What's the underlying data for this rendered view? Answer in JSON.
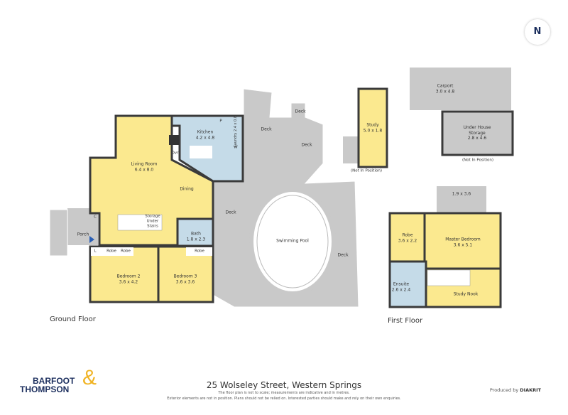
{
  "north_label": "N",
  "ground_floor": {
    "title": "Ground Floor",
    "rooms": {
      "living": {
        "name": "Living Room",
        "size": "6.4 x 8.0"
      },
      "dining": {
        "name": "Dining"
      },
      "kitchen": {
        "name": "Kitchen",
        "size": "4.2 x 4.8"
      },
      "laundry": {
        "name": "Laundry",
        "size": "2.4 x 0.8"
      },
      "bath": {
        "name": "Bath",
        "size": "1.8 x 2.3"
      },
      "bedroom2": {
        "name": "Bedroom 2",
        "size": "3.6 x 4.2"
      },
      "bedroom3": {
        "name": "Bedroom 3",
        "size": "3.6 x 3.6"
      },
      "porch": {
        "name": "Porch"
      },
      "storage": {
        "name": "Storage\nUnder\nStairs"
      },
      "pool": {
        "name": "Swimming Pool"
      },
      "study": {
        "name": "Study",
        "size": "5.0 x 1.8",
        "note": "(Not In Position)"
      },
      "carport": {
        "name": "Carport",
        "size": "3.0 x 4.8"
      },
      "underhouse": {
        "name": "Under House\nStorage",
        "size": "2.8 x 4.6",
        "note": "(Not In Position)"
      }
    },
    "small_labels": {
      "oven": "Ovn",
      "pantry": "P",
      "washer": "W",
      "cupboard": "C",
      "linen": "L",
      "robe": "Robe"
    },
    "deck_label": "Deck"
  },
  "first_floor": {
    "title": "First Floor",
    "rooms": {
      "balcony": {
        "size": "1.9 x 3.6"
      },
      "robe": {
        "name": "Robe",
        "size": "3.6 x 2.2"
      },
      "master": {
        "name": "Master Bedroom",
        "size": "3.6 x 5.1"
      },
      "ensuite": {
        "name": "Ensuite",
        "size": "2.6 x 2.4"
      },
      "study_nook": {
        "name": "Study Nook"
      }
    }
  },
  "footer": {
    "address": "25 Wolseley Street, Western Springs",
    "disclaimer_1": "The floor plan is not to scale; measurements are indicative and in metres.",
    "disclaimer_2": "Exterior elements are not in position. Plans should not be relied on. Interested parties should make and rely on their own enquiries.",
    "produced_by": "Produced by",
    "producer": "DIAKRIT",
    "logo_line1": "BARFOOT",
    "logo_line2": "THOMPSON",
    "logo_amp": "&"
  },
  "colors": {
    "room": "#fbe98f",
    "wet": "#c5dbe8",
    "exterior": "#c9c9c9",
    "wall": "#3a3a3a",
    "brand_navy": "#1c2f5e",
    "brand_gold": "#f0b323"
  }
}
